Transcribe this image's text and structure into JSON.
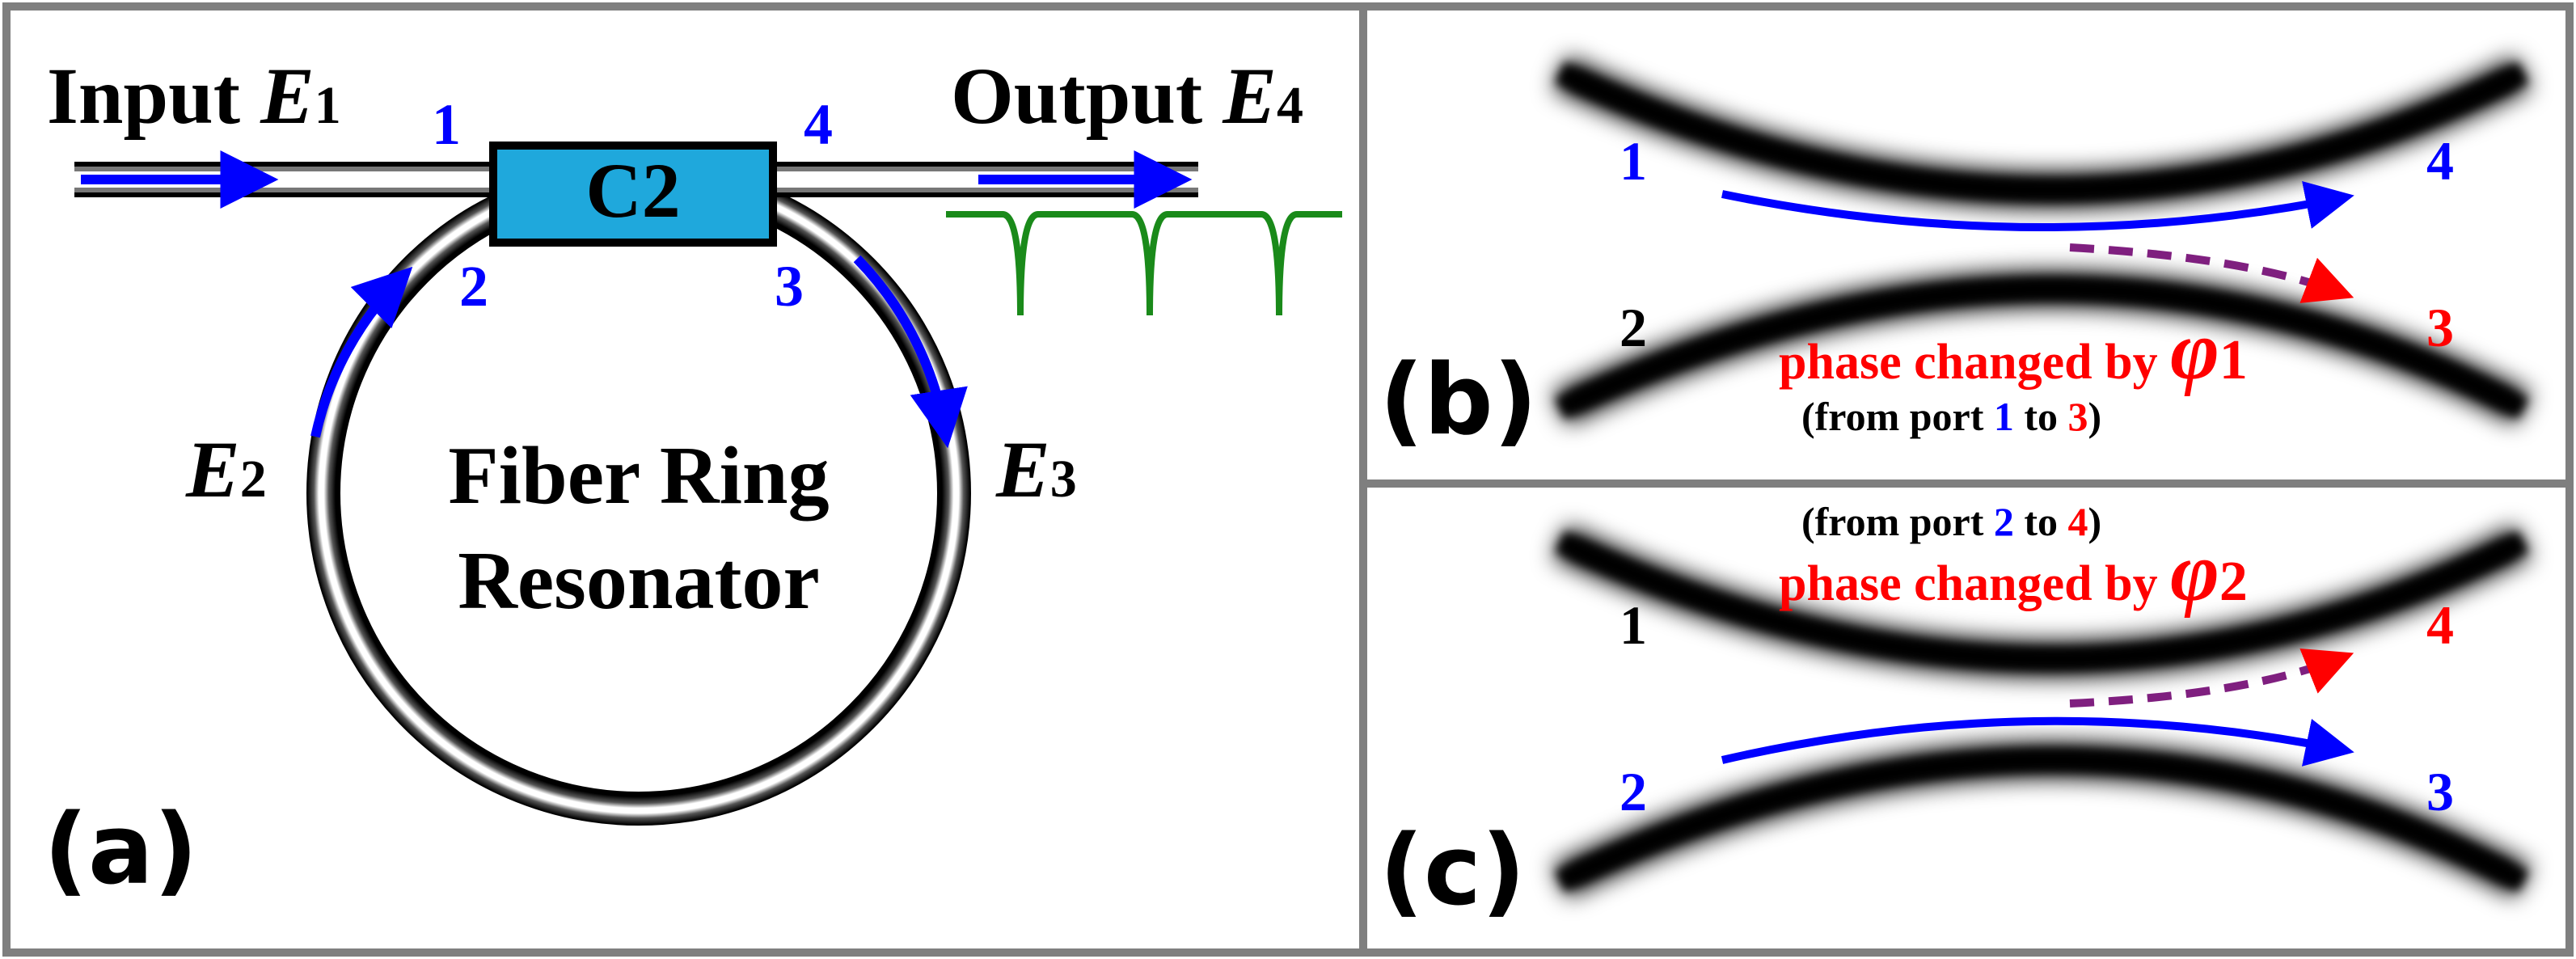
{
  "panel_a": {
    "input_label": "Input ",
    "input_field": "E",
    "input_sub": "1",
    "output_label": "Output ",
    "output_field": "E",
    "output_sub": "4",
    "coupler": "C2",
    "port_1": "1",
    "port_2": "2",
    "port_3": "3",
    "port_4": "4",
    "field_e2": "E",
    "field_e2_sub": "2",
    "field_e3": "E",
    "field_e3_sub": "3",
    "ring_line1": "Fiber Ring",
    "ring_line2": "Resonator",
    "panel_label": "(a)"
  },
  "panel_b": {
    "port_1": "1",
    "port_2": "2",
    "port_3": "3",
    "port_4": "4",
    "phase_text": "phase changed by ",
    "phi": "φ",
    "phi_sub": "1",
    "route_prefix": "(from port ",
    "route_from": "1",
    "route_mid": " to ",
    "route_to": "3",
    "route_suffix": ")",
    "panel_label": "(b)"
  },
  "panel_c": {
    "port_1": "1",
    "port_2": "2",
    "port_3": "3",
    "port_4": "4",
    "phase_text": "phase changed by ",
    "phi": "φ",
    "phi_sub": "2",
    "route_prefix": "(from port ",
    "route_from": "2",
    "route_mid": " to ",
    "route_to": "4",
    "route_suffix": ")",
    "panel_label": "(c)"
  },
  "colors": {
    "frame": "#7f7f7f",
    "fiber": "#000000",
    "signal": "#0000ff",
    "cross_coupled": "#ff0000",
    "dashed_path": "#7f1f7f",
    "spectrum": "#1a8a1a",
    "coupler_fill": "#1fa8dc"
  }
}
